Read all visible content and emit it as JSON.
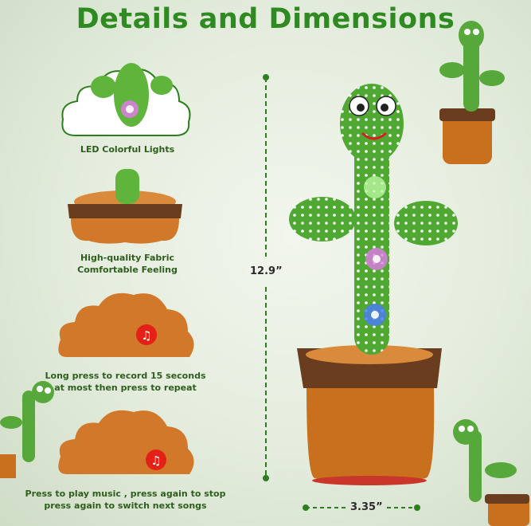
{
  "title": "Details and Dimensions",
  "features": [
    {
      "caption": "LED Colorful Lights"
    },
    {
      "caption_line1": "High-quality Fabric",
      "caption_line2": "Comfortable Feeling"
    },
    {
      "caption_line1": "Long press to record 15 seconds",
      "caption_line2": "at most then press to repeat"
    },
    {
      "caption_line1": "Press to play music , press again to stop",
      "caption_line2": "press again to switch next songs"
    }
  ],
  "dimensions": {
    "height": "12.9”",
    "width": "3.35”"
  },
  "icons": {
    "music": "music-note-icon"
  },
  "colors": {
    "title": "#2f8a22",
    "accent": "#2e7d1f",
    "pot": "#c9701f",
    "rim": "#6b3d1f",
    "badge": "#e32118"
  }
}
